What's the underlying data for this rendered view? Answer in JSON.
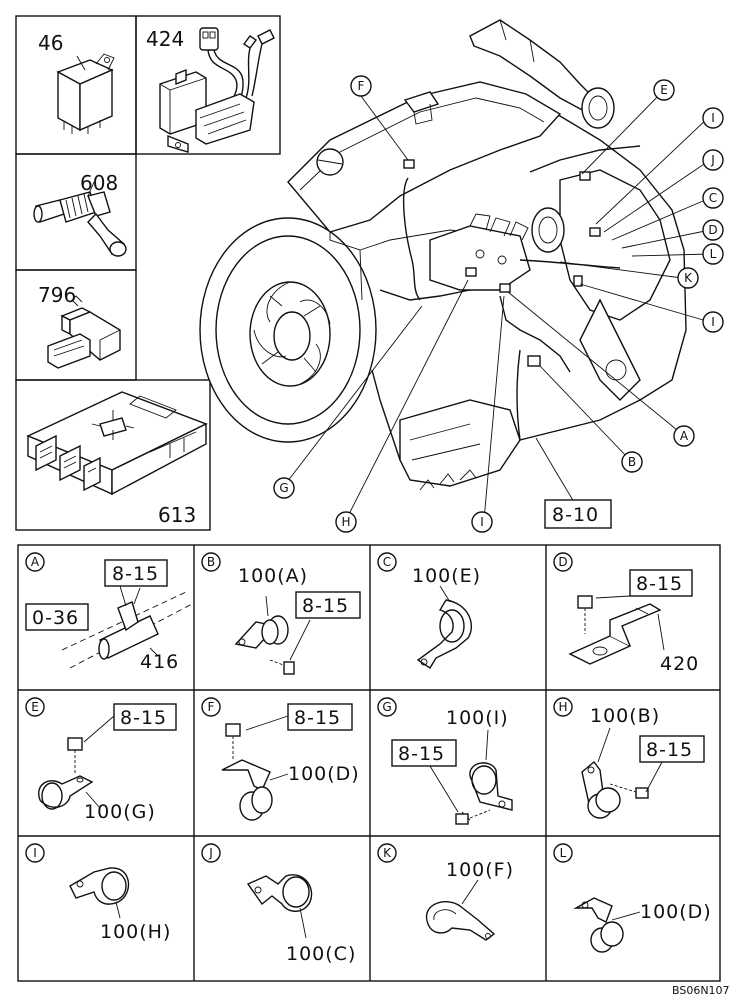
{
  "parts": {
    "p46": "46",
    "p424": "424",
    "p608": "608",
    "p796": "796",
    "p613": "613"
  },
  "callouts": {
    "A": "A",
    "B": "B",
    "C": "C",
    "D": "D",
    "E": "E",
    "F": "F",
    "G": "G",
    "H": "H",
    "I": "I",
    "J": "J",
    "K": "K",
    "L": "L"
  },
  "main_ref": "8-10",
  "details": {
    "A": {
      "letter": "A",
      "ref1": "8-15",
      "ref2": "0-36",
      "part": "416"
    },
    "B": {
      "letter": "B",
      "part": "100(A)",
      "ref": "8-15"
    },
    "C": {
      "letter": "C",
      "part": "100(E)"
    },
    "D": {
      "letter": "D",
      "ref": "8-15",
      "part": "420"
    },
    "E": {
      "letter": "E",
      "ref": "8-15",
      "part": "100(G)"
    },
    "F": {
      "letter": "F",
      "ref": "8-15",
      "part": "100(D)"
    },
    "G": {
      "letter": "G",
      "part": "100(I)",
      "ref": "8-15"
    },
    "H": {
      "letter": "H",
      "part": "100(B)",
      "ref": "8-15"
    },
    "I": {
      "letter": "I",
      "part": "100(H)"
    },
    "J": {
      "letter": "J",
      "part": "100(C)"
    },
    "K": {
      "letter": "K",
      "part": "100(F)"
    },
    "L": {
      "letter": "L",
      "part": "100(D)"
    }
  },
  "drawing_code": "BS06N107"
}
